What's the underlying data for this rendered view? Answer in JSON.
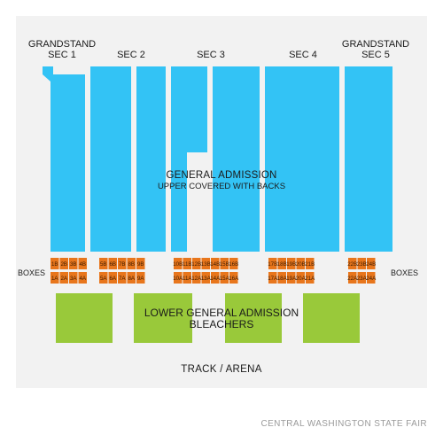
{
  "venue": {
    "footer": "CENTRAL WASHINGTON STATE FAIR",
    "track_label": "TRACK / ARENA",
    "colors": {
      "upper_ga": "#33c3f5",
      "lower_ga": "#99c93a",
      "boxes": "#e8761c",
      "background": "#f2f2f2",
      "footer_text": "#9a9a9a"
    }
  },
  "sections": [
    {
      "id": "sec1",
      "line1": "GRANDSTAND",
      "line2": "SEC 1"
    },
    {
      "id": "sec2",
      "line1": "",
      "line2": "SEC 2"
    },
    {
      "id": "sec3",
      "line1": "",
      "line2": "SEC 3"
    },
    {
      "id": "sec4",
      "line1": "",
      "line2": "SEC 4"
    },
    {
      "id": "sec5",
      "line1": "GRANDSTAND",
      "line2": "SEC 5"
    }
  ],
  "upper_ga": {
    "title": "GENERAL ADMISSION",
    "subtitle": "UPPER COVERED WITH BACKS"
  },
  "lower_ga": {
    "line1": "LOWER GENERAL ADMISSION",
    "line2": "BLEACHERS"
  },
  "boxes": {
    "label_left": "BOXES",
    "label_right": "BOXES",
    "groups": [
      {
        "top": [
          "1B",
          "2B",
          "3B",
          "4B"
        ],
        "bottom": [
          "1A",
          "2A",
          "3A",
          "4A"
        ]
      },
      {
        "top": [
          "5B",
          "6B",
          "7B",
          "8B",
          "9B"
        ],
        "bottom": [
          "5A",
          "6A",
          "7A",
          "8A",
          "9A"
        ]
      },
      {
        "top": [
          "10B",
          "11B",
          "12B",
          "13B",
          "14B",
          "15B",
          "16B"
        ],
        "bottom": [
          "10A",
          "11A",
          "12A",
          "13A",
          "14A",
          "15A",
          "16A"
        ]
      },
      {
        "top": [
          "17B",
          "18B",
          "19B",
          "20B",
          "21B"
        ],
        "bottom": [
          "17A",
          "18A",
          "19A",
          "20A",
          "21A"
        ]
      },
      {
        "top": [
          "22B",
          "23B",
          "24B"
        ],
        "bottom": [
          "22A",
          "23A",
          "24A"
        ]
      }
    ]
  }
}
